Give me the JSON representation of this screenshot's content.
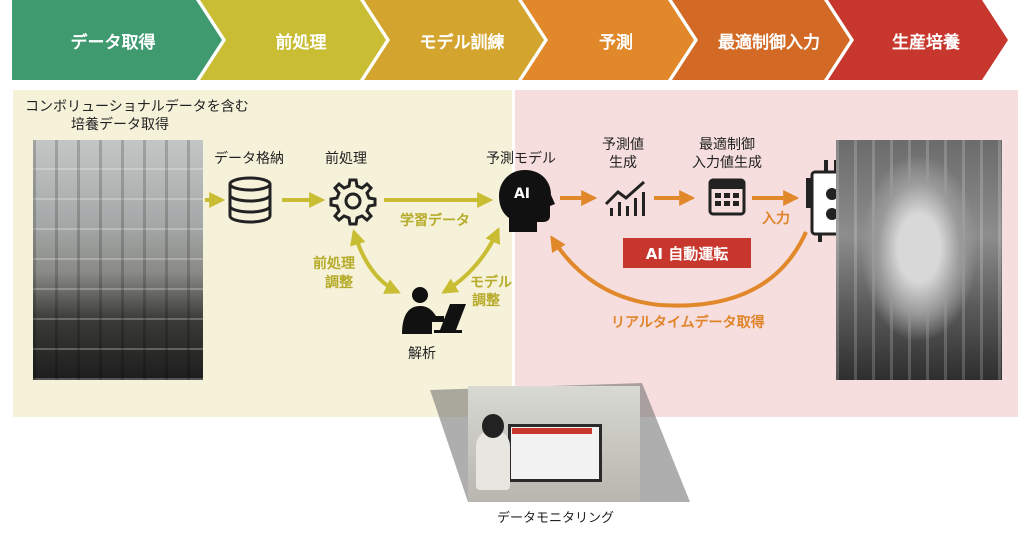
{
  "process_steps": [
    {
      "label": "データ取得",
      "color": "#3f9a70"
    },
    {
      "label": "前処理",
      "color": "#c9bd33"
    },
    {
      "label": "モデル訓練",
      "color": "#d4a52e"
    },
    {
      "label": "予測",
      "color": "#e0882a"
    },
    {
      "label": "最適制御入力",
      "color": "#d26a25"
    },
    {
      "label": "生産培養",
      "color": "#c8372d"
    }
  ],
  "left": {
    "acquisition_title_line1": "コンボリューショナルデータを含む",
    "acquisition_title_line2": "培養データ取得",
    "storage_label": "データ格納",
    "preprocess_label": "前処理",
    "training_data_label": "学習データ",
    "preprocess_adjust_line1": "前処理",
    "preprocess_adjust_line2": "調整",
    "model_adjust_line1": "モデル",
    "model_adjust_line2": "調整",
    "analysis_label": "解析"
  },
  "right": {
    "model_label": "予測モデル",
    "ai_text": "AI",
    "prediction_line1": "予測値",
    "prediction_line2": "生成",
    "control_line1": "最適制御",
    "control_line2": "入力値生成",
    "input_label": "入力",
    "ai_auto_label": "AI 自動運転",
    "realtime_label": "リアルタイムデータ取得"
  },
  "monitoring_label": "データモニタリング",
  "colors": {
    "olive_arrow": "#c9bd33",
    "orange_arrow": "#e0882a",
    "left_panel": "#f6f2da",
    "right_panel": "#f6dede",
    "badge_red": "#c8372d"
  },
  "icons": [
    "database-icon",
    "gear-icon",
    "ai-head-icon",
    "chart-icon",
    "calculator-icon",
    "bioreactor-icon",
    "person-laptop-icon"
  ]
}
